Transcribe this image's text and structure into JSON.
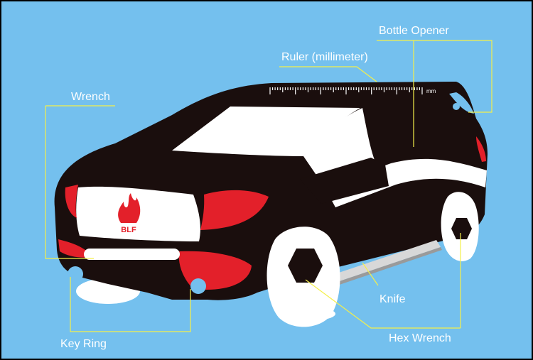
{
  "brand": {
    "logo_text": "BLF",
    "logo_color": "#e3202a"
  },
  "ruler": {
    "unit_label": "mm"
  },
  "callouts": {
    "bottle_opener": "Bottle Opener",
    "ruler": "Ruler (millimeter)",
    "wrench": "Wrench",
    "knife": "Knife",
    "hex_wrench": "Hex Wrench",
    "key_ring": "Key Ring"
  },
  "colors": {
    "background": "#74c0ee",
    "car_body": "#1a0e0d",
    "accent_red": "#e3202a",
    "leader_line": "#f4ef4a"
  }
}
